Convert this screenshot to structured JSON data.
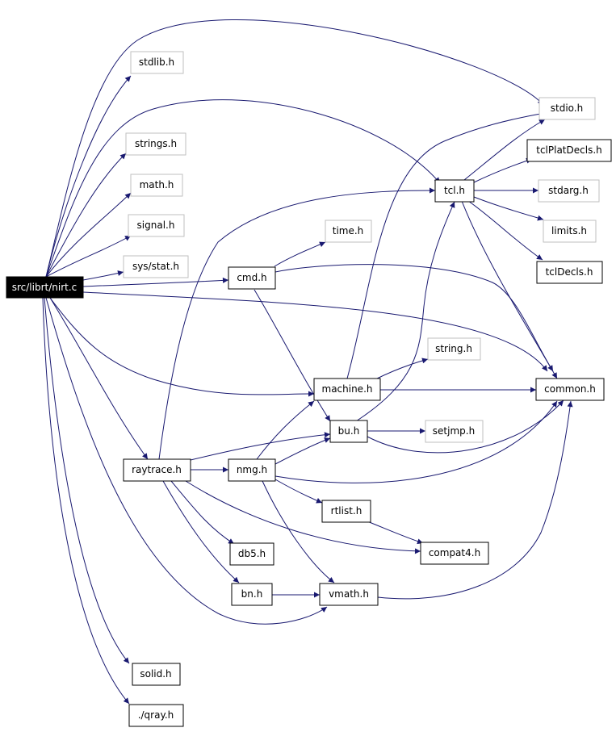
{
  "graph": {
    "edge_color": "#191970",
    "nodes": {
      "nirt": {
        "label": "src/librt/nirt.c",
        "style": "root",
        "fill": "#000000",
        "text_color": "#ffffff"
      },
      "stdlib": {
        "label": "stdlib.h",
        "style": "external"
      },
      "strings": {
        "label": "strings.h",
        "style": "external"
      },
      "math": {
        "label": "math.h",
        "style": "external"
      },
      "signal": {
        "label": "signal.h",
        "style": "external"
      },
      "sysstat": {
        "label": "sys/stat.h",
        "style": "external"
      },
      "cmd": {
        "label": "cmd.h",
        "style": "local"
      },
      "time": {
        "label": "time.h",
        "style": "external"
      },
      "stdio": {
        "label": "stdio.h",
        "style": "external"
      },
      "tclplat": {
        "label": "tclPlatDecls.h",
        "style": "local"
      },
      "tcl": {
        "label": "tcl.h",
        "style": "local"
      },
      "stdarg": {
        "label": "stdarg.h",
        "style": "external"
      },
      "limits": {
        "label": "limits.h",
        "style": "external"
      },
      "tcldecls": {
        "label": "tclDecls.h",
        "style": "local"
      },
      "stringh": {
        "label": "string.h",
        "style": "external"
      },
      "machine": {
        "label": "machine.h",
        "style": "local"
      },
      "common": {
        "label": "common.h",
        "style": "local"
      },
      "bu": {
        "label": "bu.h",
        "style": "local"
      },
      "setjmp": {
        "label": "setjmp.h",
        "style": "external"
      },
      "raytrace": {
        "label": "raytrace.h",
        "style": "local"
      },
      "nmg": {
        "label": "nmg.h",
        "style": "local"
      },
      "rtlist": {
        "label": "rtlist.h",
        "style": "local"
      },
      "db5": {
        "label": "db5.h",
        "style": "local"
      },
      "compat4": {
        "label": "compat4.h",
        "style": "local"
      },
      "bn": {
        "label": "bn.h",
        "style": "local"
      },
      "vmath": {
        "label": "vmath.h",
        "style": "local"
      },
      "solid": {
        "label": "solid.h",
        "style": "local"
      },
      "qray": {
        "label": "./qray.h",
        "style": "local"
      }
    },
    "edges": [
      [
        "nirt",
        "stdio"
      ],
      [
        "nirt",
        "stdlib"
      ],
      [
        "nirt",
        "tcl"
      ],
      [
        "nirt",
        "strings"
      ],
      [
        "nirt",
        "math"
      ],
      [
        "nirt",
        "signal"
      ],
      [
        "nirt",
        "sysstat"
      ],
      [
        "nirt",
        "cmd"
      ],
      [
        "nirt",
        "common"
      ],
      [
        "nirt",
        "machine"
      ],
      [
        "nirt",
        "raytrace"
      ],
      [
        "nirt",
        "vmath"
      ],
      [
        "nirt",
        "solid"
      ],
      [
        "nirt",
        "qray"
      ],
      [
        "cmd",
        "time"
      ],
      [
        "cmd",
        "common"
      ],
      [
        "cmd",
        "bu"
      ],
      [
        "tcl",
        "stdio"
      ],
      [
        "tcl",
        "tclplat"
      ],
      [
        "tcl",
        "stdarg"
      ],
      [
        "tcl",
        "limits"
      ],
      [
        "tcl",
        "tcldecls"
      ],
      [
        "tcl",
        "common"
      ],
      [
        "machine",
        "stdio"
      ],
      [
        "machine",
        "stringh"
      ],
      [
        "machine",
        "common"
      ],
      [
        "bu",
        "tcl"
      ],
      [
        "bu",
        "setjmp"
      ],
      [
        "bu",
        "common"
      ],
      [
        "raytrace",
        "tcl"
      ],
      [
        "raytrace",
        "bu"
      ],
      [
        "raytrace",
        "nmg"
      ],
      [
        "raytrace",
        "compat4"
      ],
      [
        "raytrace",
        "db5"
      ],
      [
        "raytrace",
        "bn"
      ],
      [
        "nmg",
        "machine"
      ],
      [
        "nmg",
        "bu"
      ],
      [
        "nmg",
        "common"
      ],
      [
        "nmg",
        "rtlist"
      ],
      [
        "nmg",
        "vmath"
      ],
      [
        "rtlist",
        "compat4"
      ],
      [
        "bn",
        "vmath"
      ],
      [
        "vmath",
        "common"
      ]
    ]
  }
}
